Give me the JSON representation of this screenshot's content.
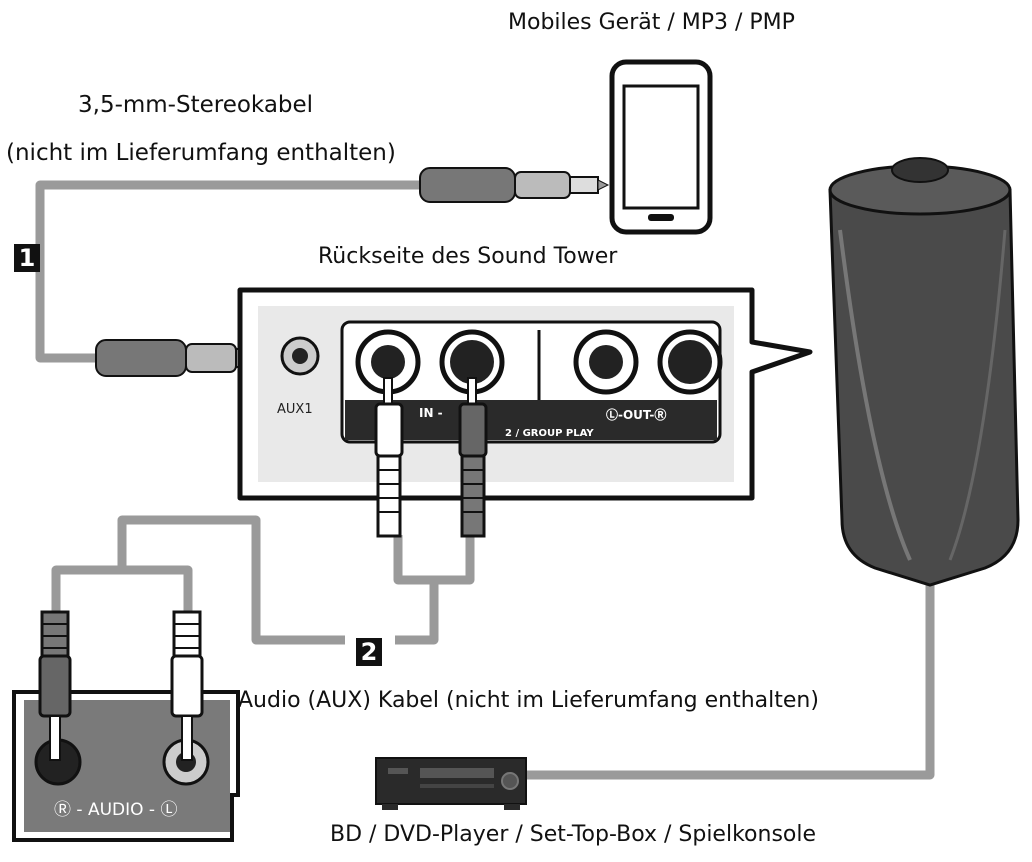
{
  "labels": {
    "mobile_device": "Mobiles Gerät / MP3 / PMP",
    "stereo_cable_line1": "3,5-mm-Stereokabel",
    "stereo_cable_line2": "(nicht im Lieferumfang enthalten)",
    "rear_side": "Rückseite des Sound Tower",
    "aux_cable": "Audio (AUX) Kabel (nicht im Lieferumfang enthalten)",
    "bd_player": "BD / DVD-Player / Set-Top-Box / Spielkonsole"
  },
  "steps": [
    "1",
    "2"
  ],
  "panel": {
    "aux1": "AUX1",
    "in": "IN -",
    "out": "Ⓛ-OUT-Ⓡ",
    "group_play": "2 / GROUP PLAY"
  },
  "source_panel": {
    "audio": "Ⓡ - AUDIO - Ⓛ"
  },
  "colors": {
    "cable": "#9a9a9a",
    "panel_bg": "#e9e9e9",
    "dark": "#2a2a2a",
    "tower": "#4a4a4a"
  }
}
